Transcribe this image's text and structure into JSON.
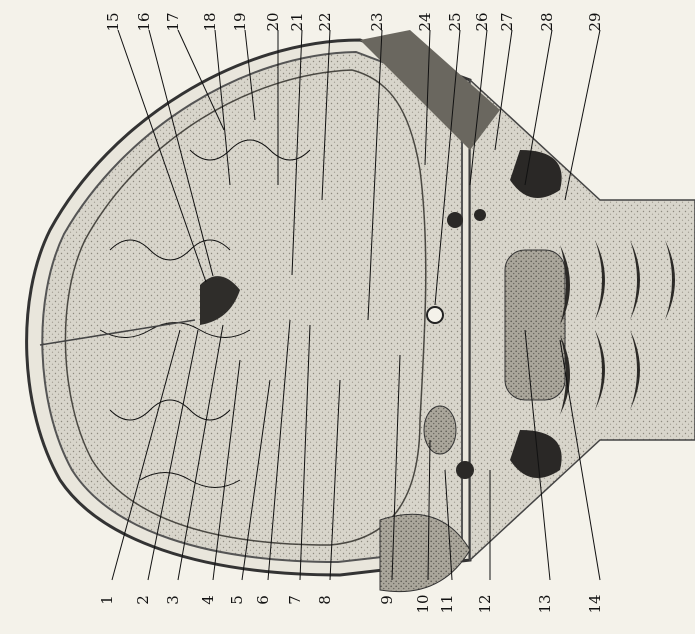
{
  "figure": {
    "bottom_labels": [
      "1",
      "2",
      "3",
      "4",
      "5",
      "6",
      "7",
      "8",
      "9",
      "10",
      "11",
      "12",
      "13",
      "14"
    ],
    "top_labels": [
      "15",
      "16",
      "17",
      "18",
      "19",
      "20",
      "21",
      "22",
      "23",
      "24",
      "25",
      "26",
      "27",
      "28",
      "29"
    ]
  },
  "colors": {
    "paper": "#f4f2ea",
    "ink": "#111111",
    "tissue_light": "#d9d6cc",
    "tissue_mid": "#a9a59a",
    "tissue_dark": "#3b3935"
  }
}
